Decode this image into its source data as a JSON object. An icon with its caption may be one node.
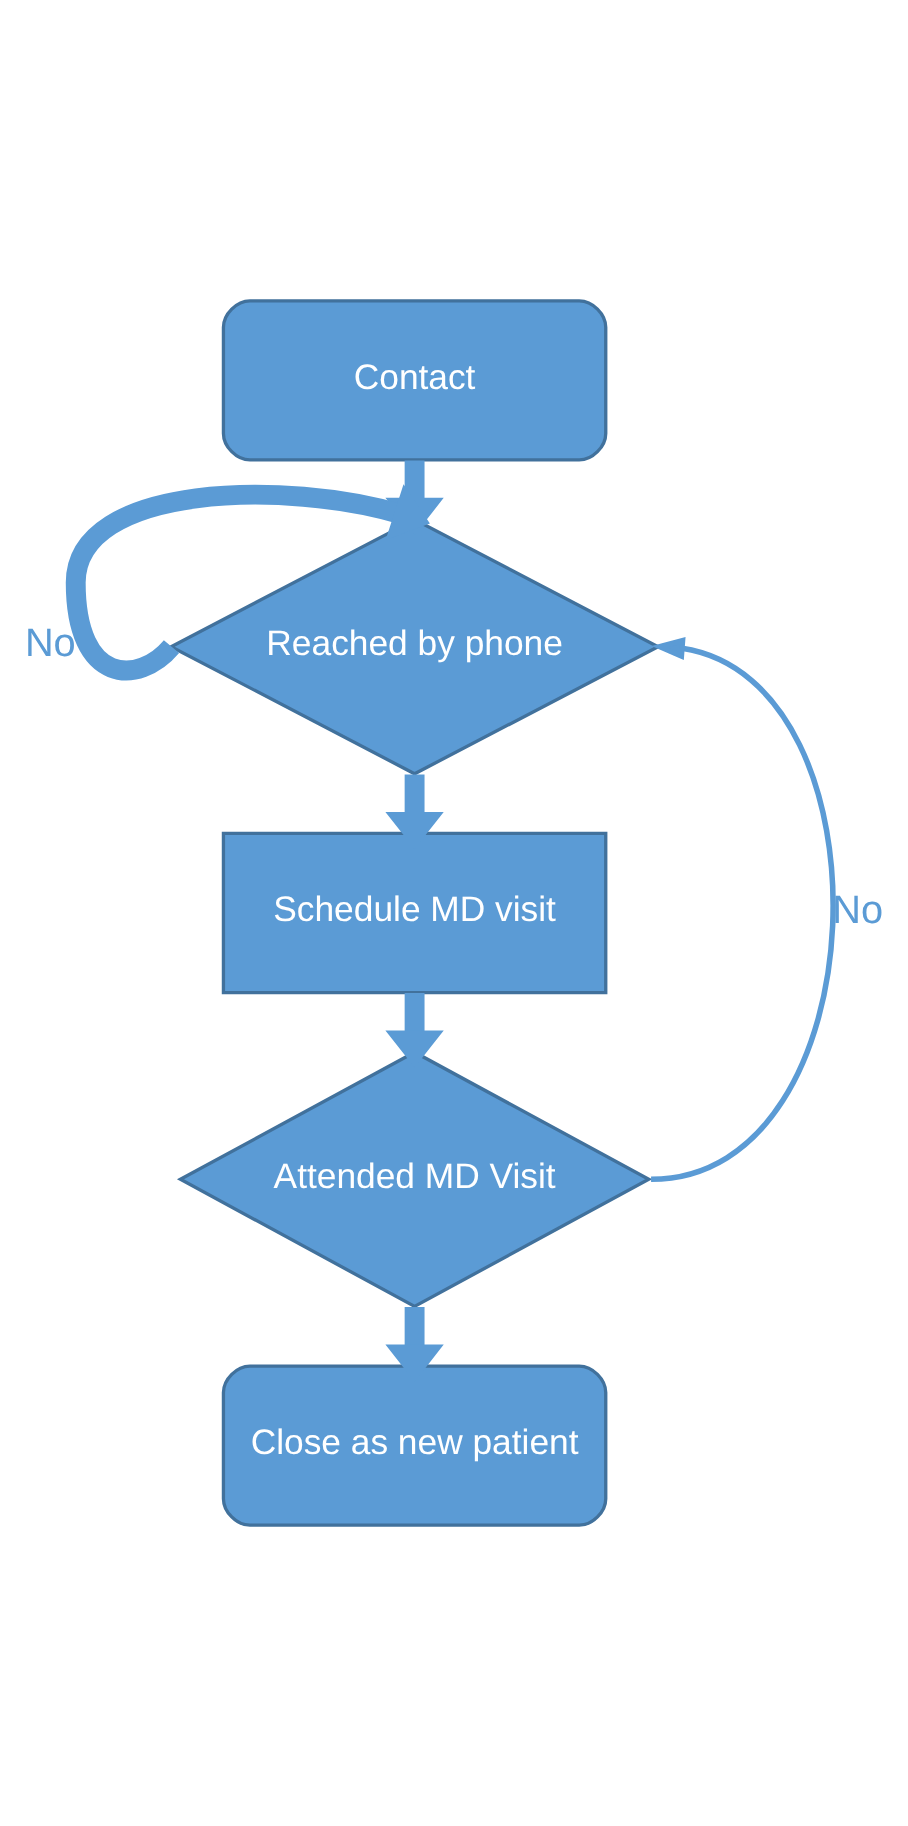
{
  "diagram": {
    "nodes": [
      {
        "text": [
          "Contact"
        ]
      },
      {
        "text": [
          "Reached by phone"
        ]
      },
      {
        "text": [
          "Schedule MD visit"
        ]
      },
      {
        "text": [
          "Attended MD Visit"
        ]
      },
      {
        "text": [
          "Close as new patient"
        ]
      }
    ],
    "edges": [
      {
        "from": 0,
        "to": 1,
        "arrow": "to"
      },
      {
        "from": 1,
        "to": 1,
        "arrow": "to",
        "label": "No"
      },
      {
        "from": 1,
        "to": 2,
        "arrow": "to"
      },
      {
        "from": 2,
        "to": 3,
        "arrow": "to"
      },
      {
        "from": 3,
        "to": 1,
        "arrow": "to",
        "label": "No"
      },
      {
        "from": 3,
        "to": 4,
        "arrow": "to"
      }
    ]
  }
}
